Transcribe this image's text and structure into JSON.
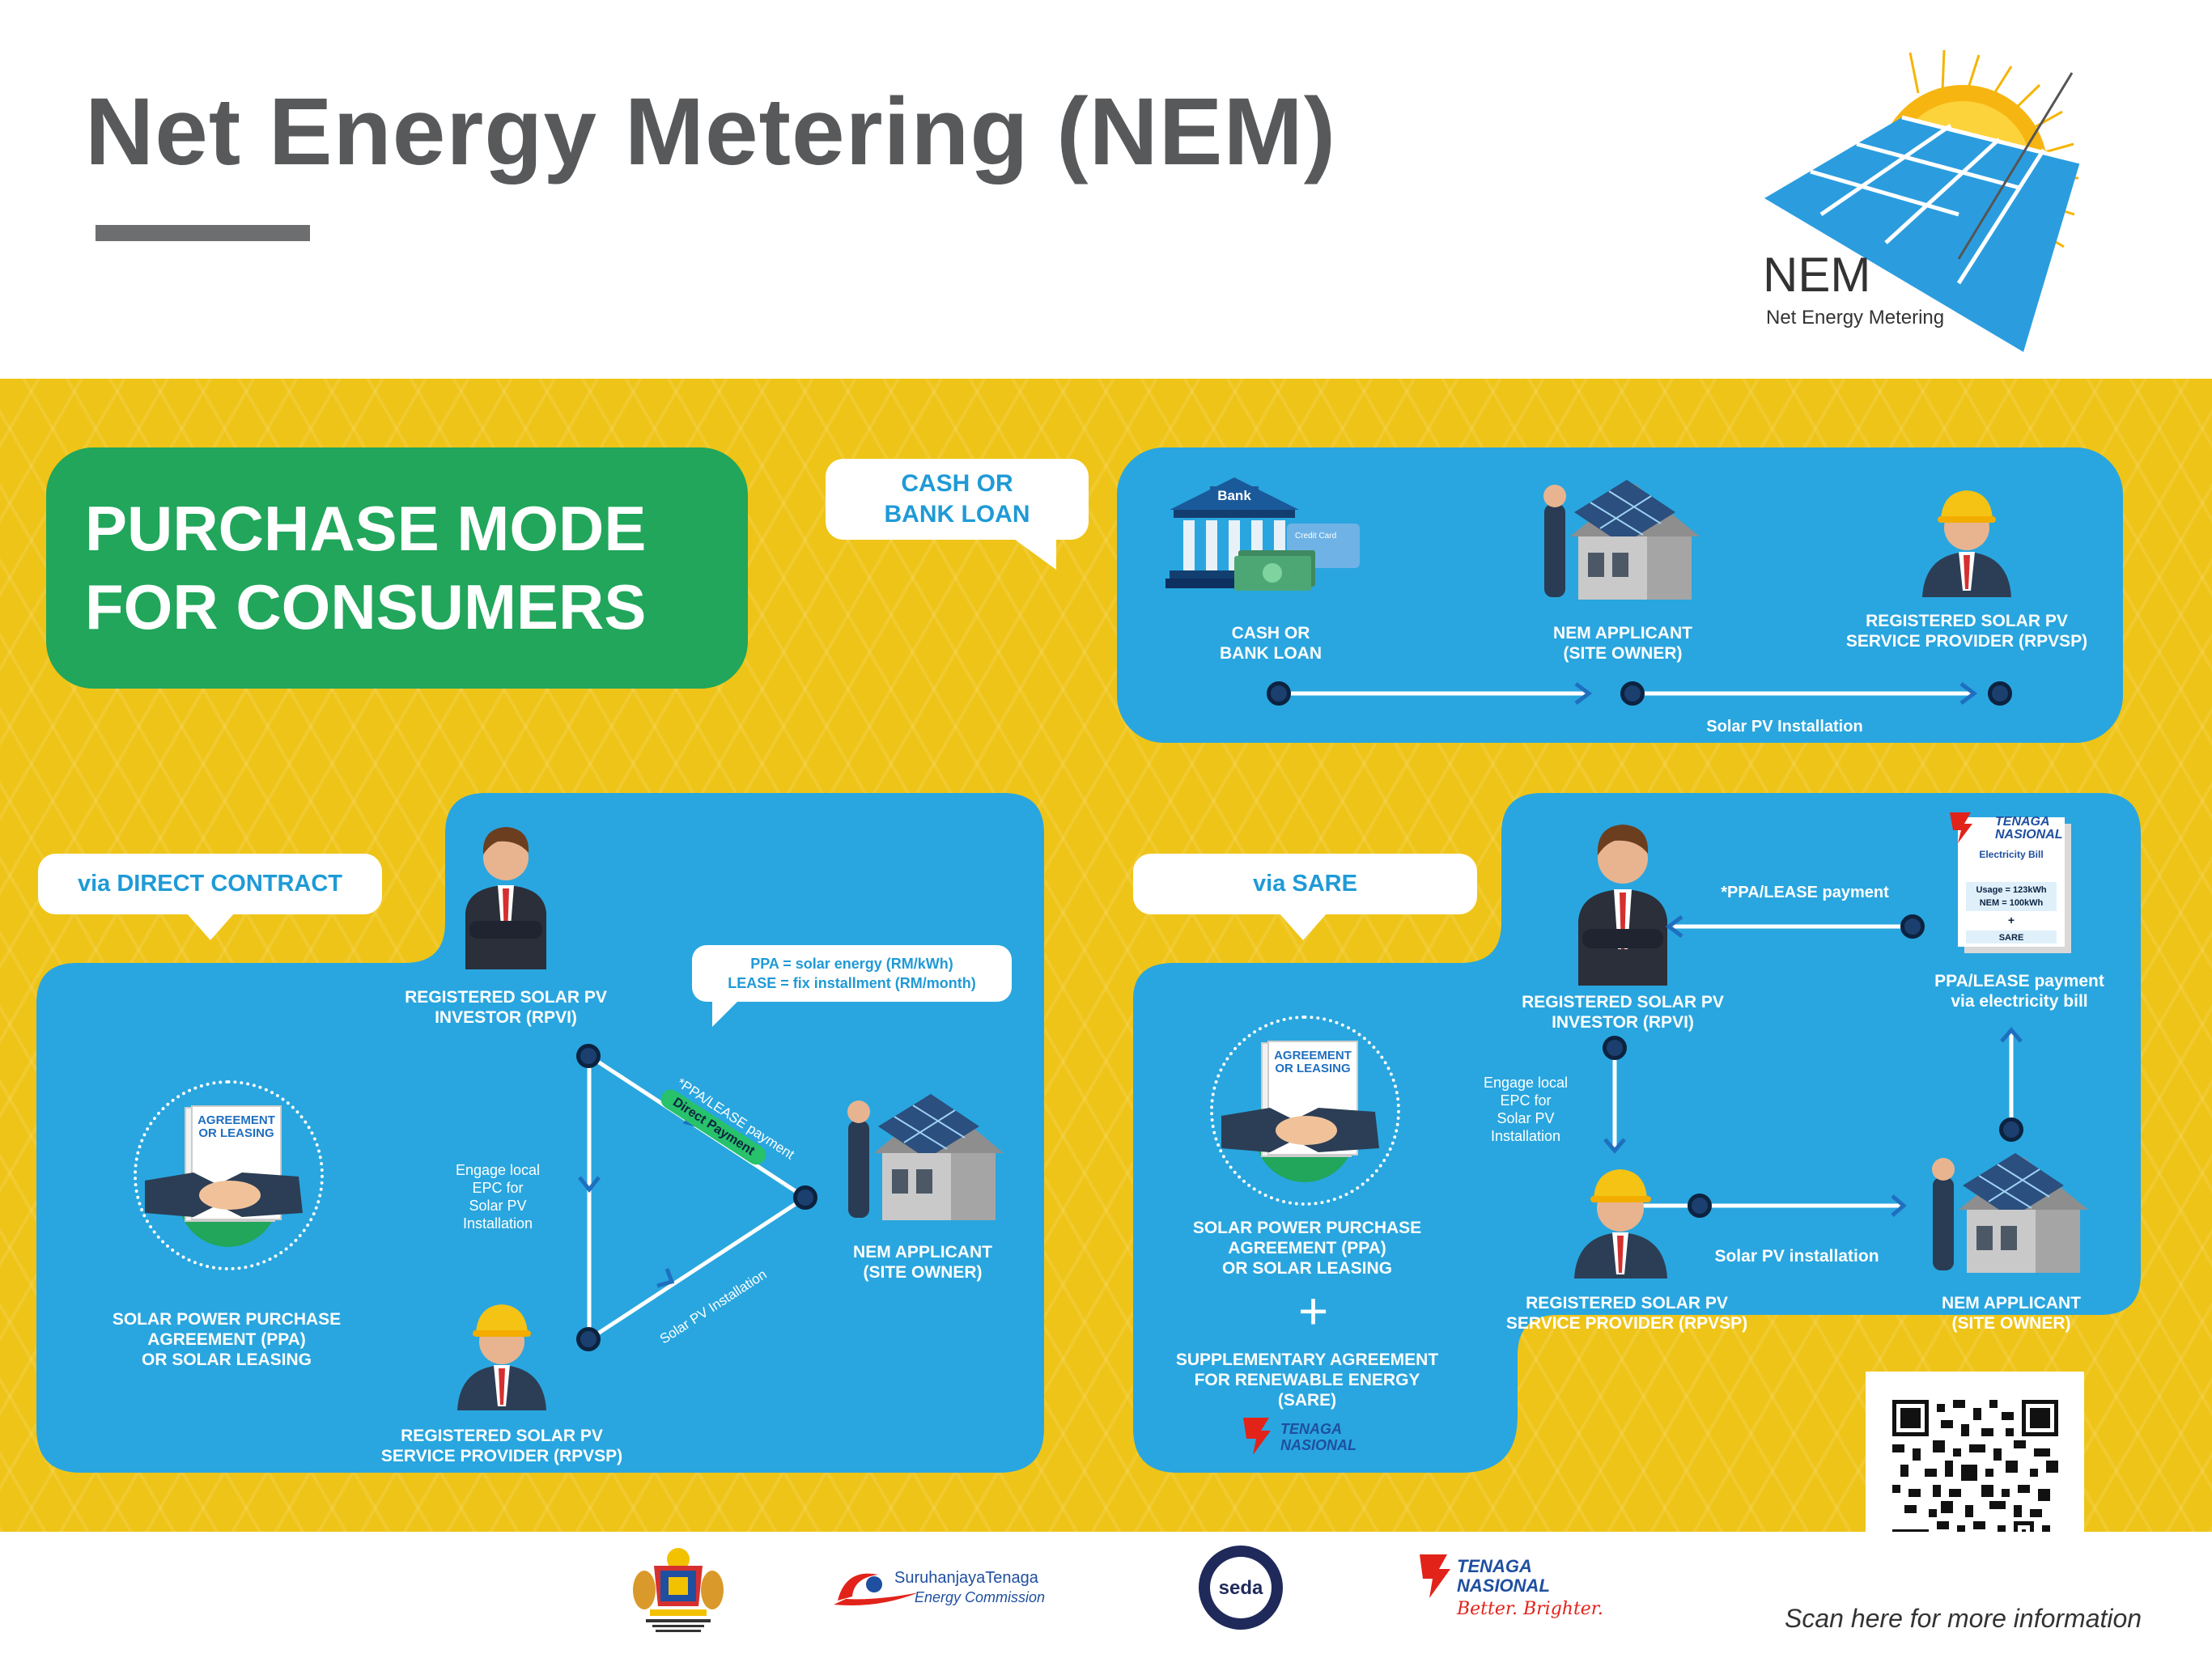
{
  "header": {
    "title": "Net Energy Metering (NEM)",
    "logo_main": "NEM",
    "logo_sub": "Net Energy Metering"
  },
  "purchase_mode": {
    "line1": "PURCHASE MODE",
    "line2": "FOR CONSUMERS"
  },
  "cash": {
    "bubble_line1": "CASH OR",
    "bubble_line2": "BANK LOAN",
    "bank_sign": "Bank",
    "card_text": "Credit Card",
    "step1_line1": "CASH OR",
    "step1_line2": "BANK LOAN",
    "step2_line1": "NEM APPLICANT",
    "step2_line2": "(SITE OWNER)",
    "step3_line1": "REGISTERED SOLAR PV",
    "step3_line2": "SERVICE PROVIDER (RPVSP)",
    "arrow_label": "Solar PV Installation"
  },
  "direct": {
    "bubble": "via DIRECT CONTRACT",
    "rpvi_line1": "REGISTERED SOLAR PV",
    "rpvi_line2": "INVESTOR (RPVI)",
    "ppa_line1": "PPA = solar energy (RM/kWh)",
    "ppa_line2": "LEASE = fix installment (RM/month)",
    "payment_label": "*PPA/LEASE payment",
    "direct_payment": "Direct Payment",
    "engage_line1": "Engage local",
    "engage_line2": "EPC for",
    "engage_line3": "Solar PV",
    "engage_line4": "Installation",
    "install_label": "Solar PV Installation",
    "applicant_line1": "NEM APPLICANT",
    "applicant_line2": "(SITE OWNER)",
    "agreement_badge_line1": "AGREEMENT",
    "agreement_badge_line2": "OR LEASING",
    "agreement_line1": "SOLAR POWER PURCHASE",
    "agreement_line2": "AGREEMENT (PPA)",
    "agreement_line3": "OR SOLAR LEASING",
    "rpvsp_line1": "REGISTERED SOLAR PV",
    "rpvsp_line2": "SERVICE PROVIDER (RPVSP)"
  },
  "sare": {
    "bubble": "via SARE",
    "payment_label": "*PPA/LEASE payment",
    "bill_brand1": "TENAGA",
    "bill_brand2": "NASIONAL",
    "bill_title": "Electricity Bill",
    "bill_usage": "Usage = 123kWh",
    "bill_nem": "NEM = 100kWh",
    "bill_plus": "+",
    "bill_sare": "SARE",
    "bill_label_line1": "PPA/LEASE payment",
    "bill_label_line2": "via electricity bill",
    "rpvi_line1": "REGISTERED SOLAR PV",
    "rpvi_line2": "INVESTOR (RPVI)",
    "engage_line1": "Engage local",
    "engage_line2": "EPC for",
    "engage_line3": "Solar PV",
    "engage_line4": "Installation",
    "install_label": "Solar PV installation",
    "rpvsp_line1": "REGISTERED SOLAR PV",
    "rpvsp_line2": "SERVICE PROVIDER (RPVSP)",
    "applicant_line1": "NEM APPLICANT",
    "applicant_line2": "(SITE OWNER)",
    "agreement_badge_line1": "AGREEMENT",
    "agreement_badge_line2": "OR LEASING",
    "agreement_line1": "SOLAR POWER PURCHASE",
    "agreement_line2": "AGREEMENT (PPA)",
    "agreement_line3": "OR SOLAR LEASING",
    "plus": "+",
    "supp_line1": "SUPPLEMENTARY AGREEMENT",
    "supp_line2": "FOR RENEWABLE ENERGY",
    "supp_line3": "(SARE)",
    "tnb_line1": "TENAGA",
    "tnb_line2": "NASIONAL"
  },
  "footer": {
    "st_line1": "SuruhanjayaTenaga",
    "st_line2": "Energy Commission",
    "seda": "seda",
    "tnb_line1": "TENAGA",
    "tnb_line2": "NASIONAL",
    "tnb_slogan": "Better. Brighter.",
    "scan": "Scan here for more information"
  },
  "colors": {
    "yellow": "#efc418",
    "blue_panel": "#29a6df",
    "green": "#21a65b",
    "navy": "#0c2340",
    "accent_blue": "#1f9ad6",
    "tnb_red": "#e2231a"
  }
}
